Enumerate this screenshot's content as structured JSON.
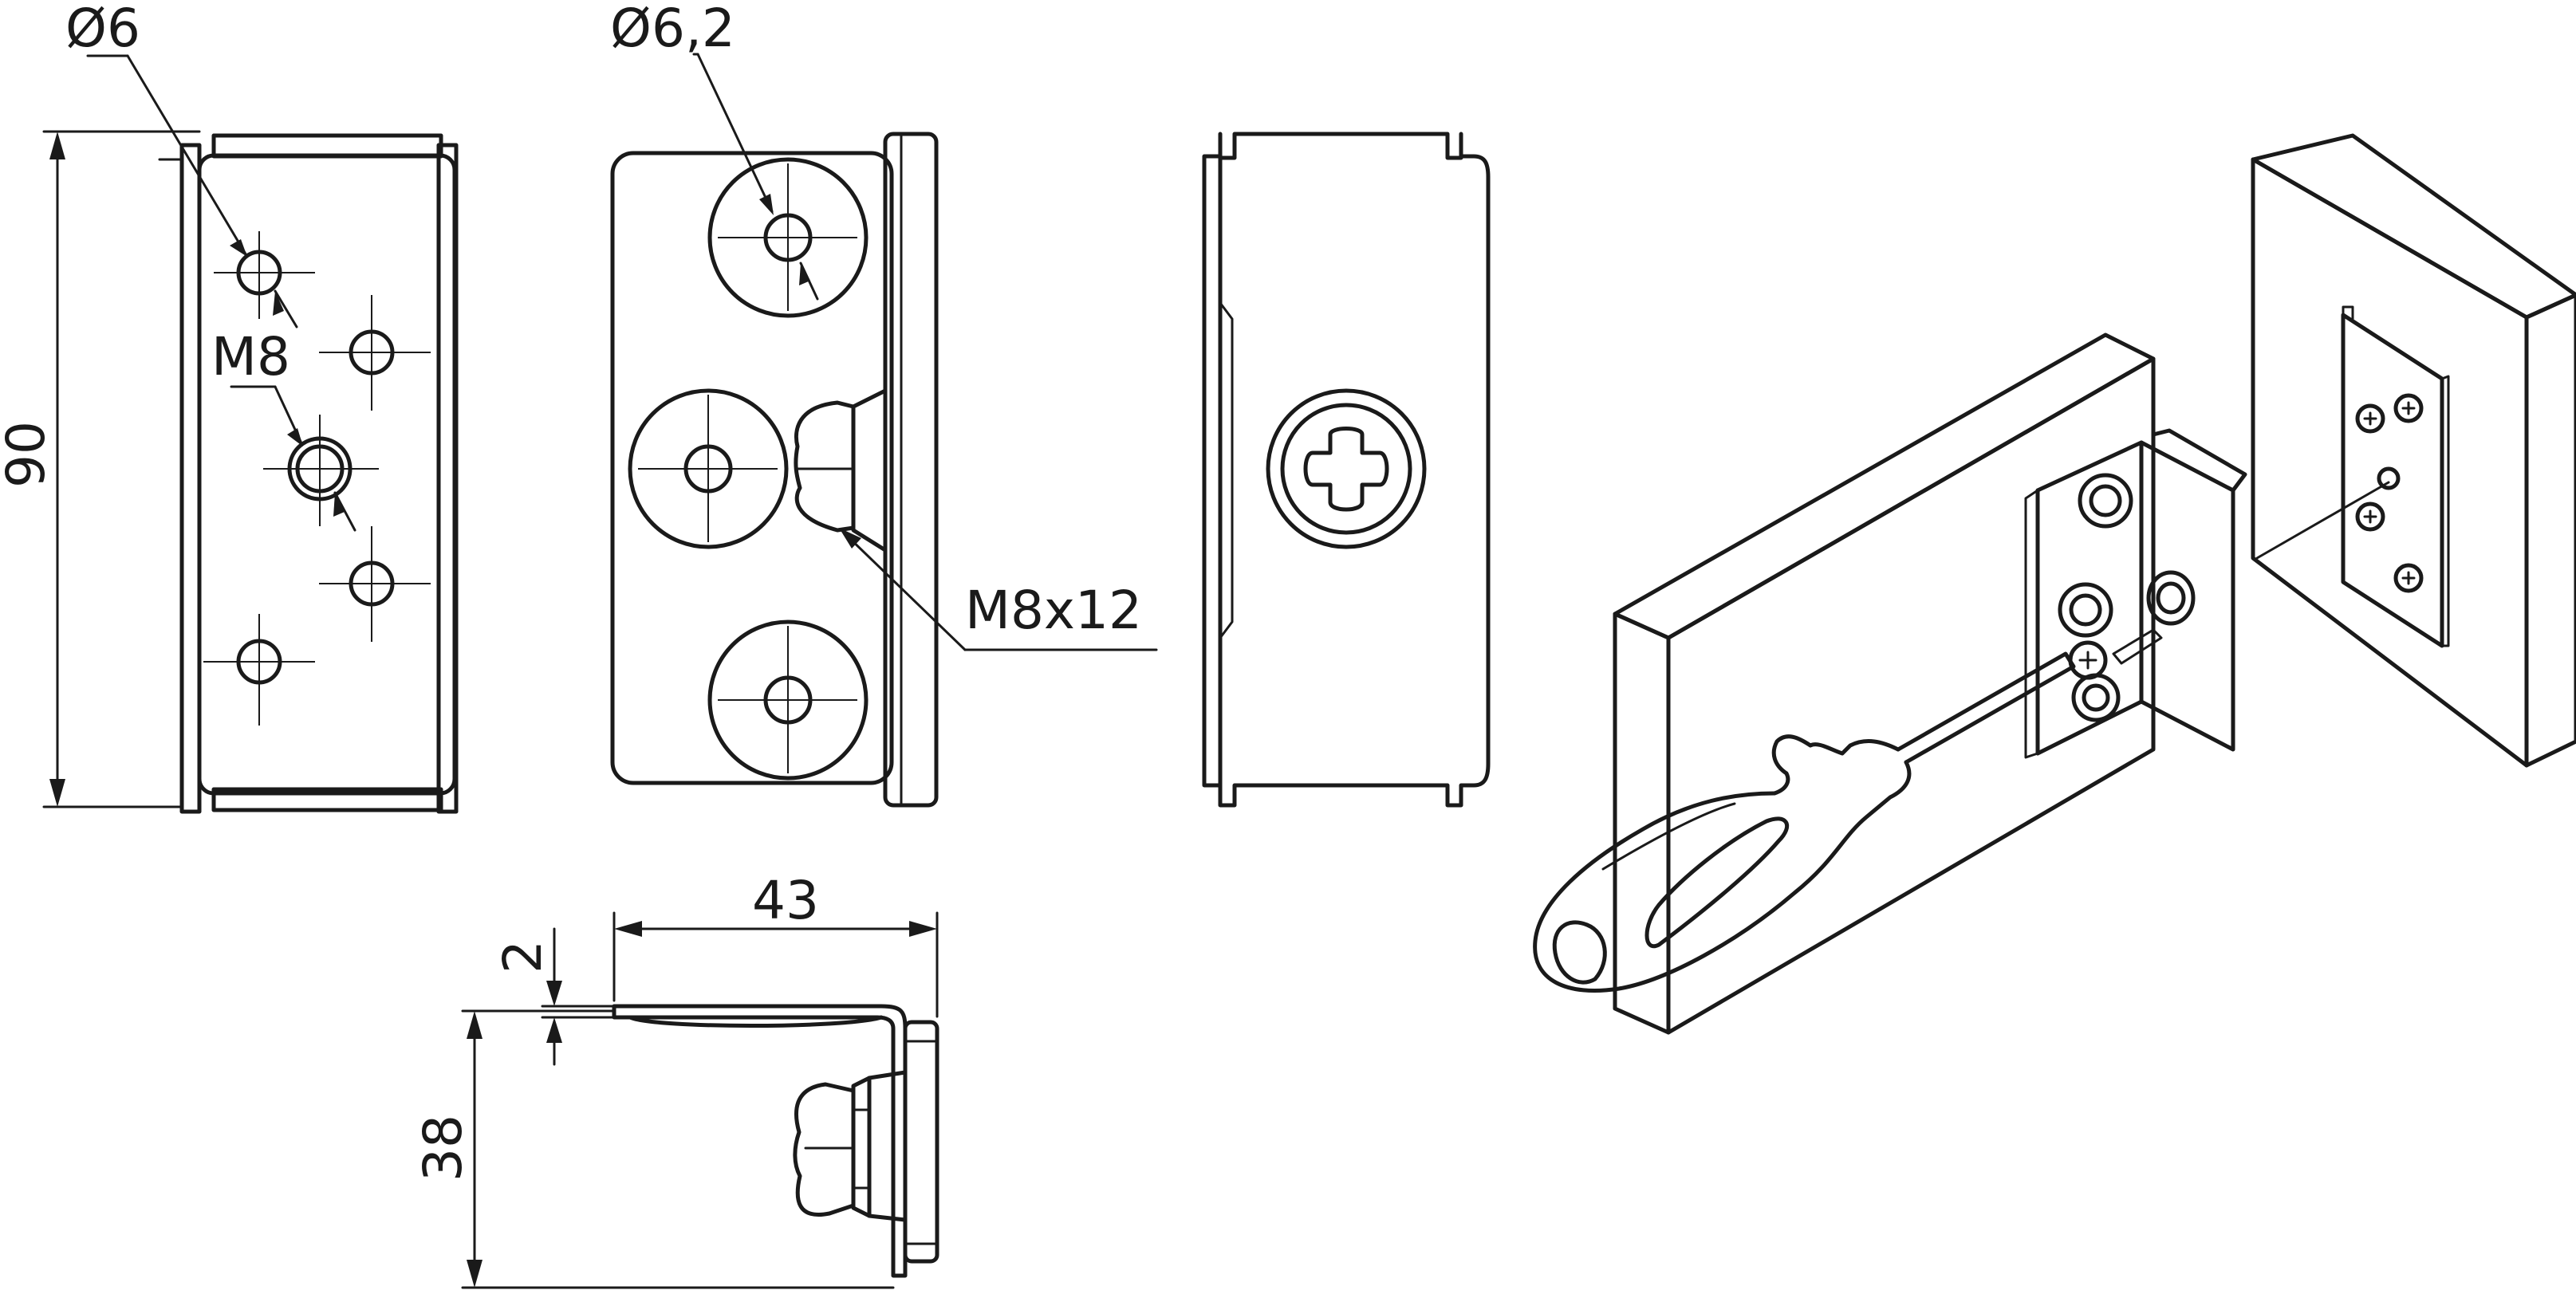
{
  "labels": {
    "hole_a": "Ø6",
    "hole_b": "Ø6,2",
    "thread": "M8",
    "bolt": "M8x12",
    "height": "90",
    "width": "43",
    "thickness": "2",
    "depth": "38"
  },
  "icons": [
    "screwdriver-icon",
    "bolt-icon",
    "phillips-screw-icon"
  ]
}
